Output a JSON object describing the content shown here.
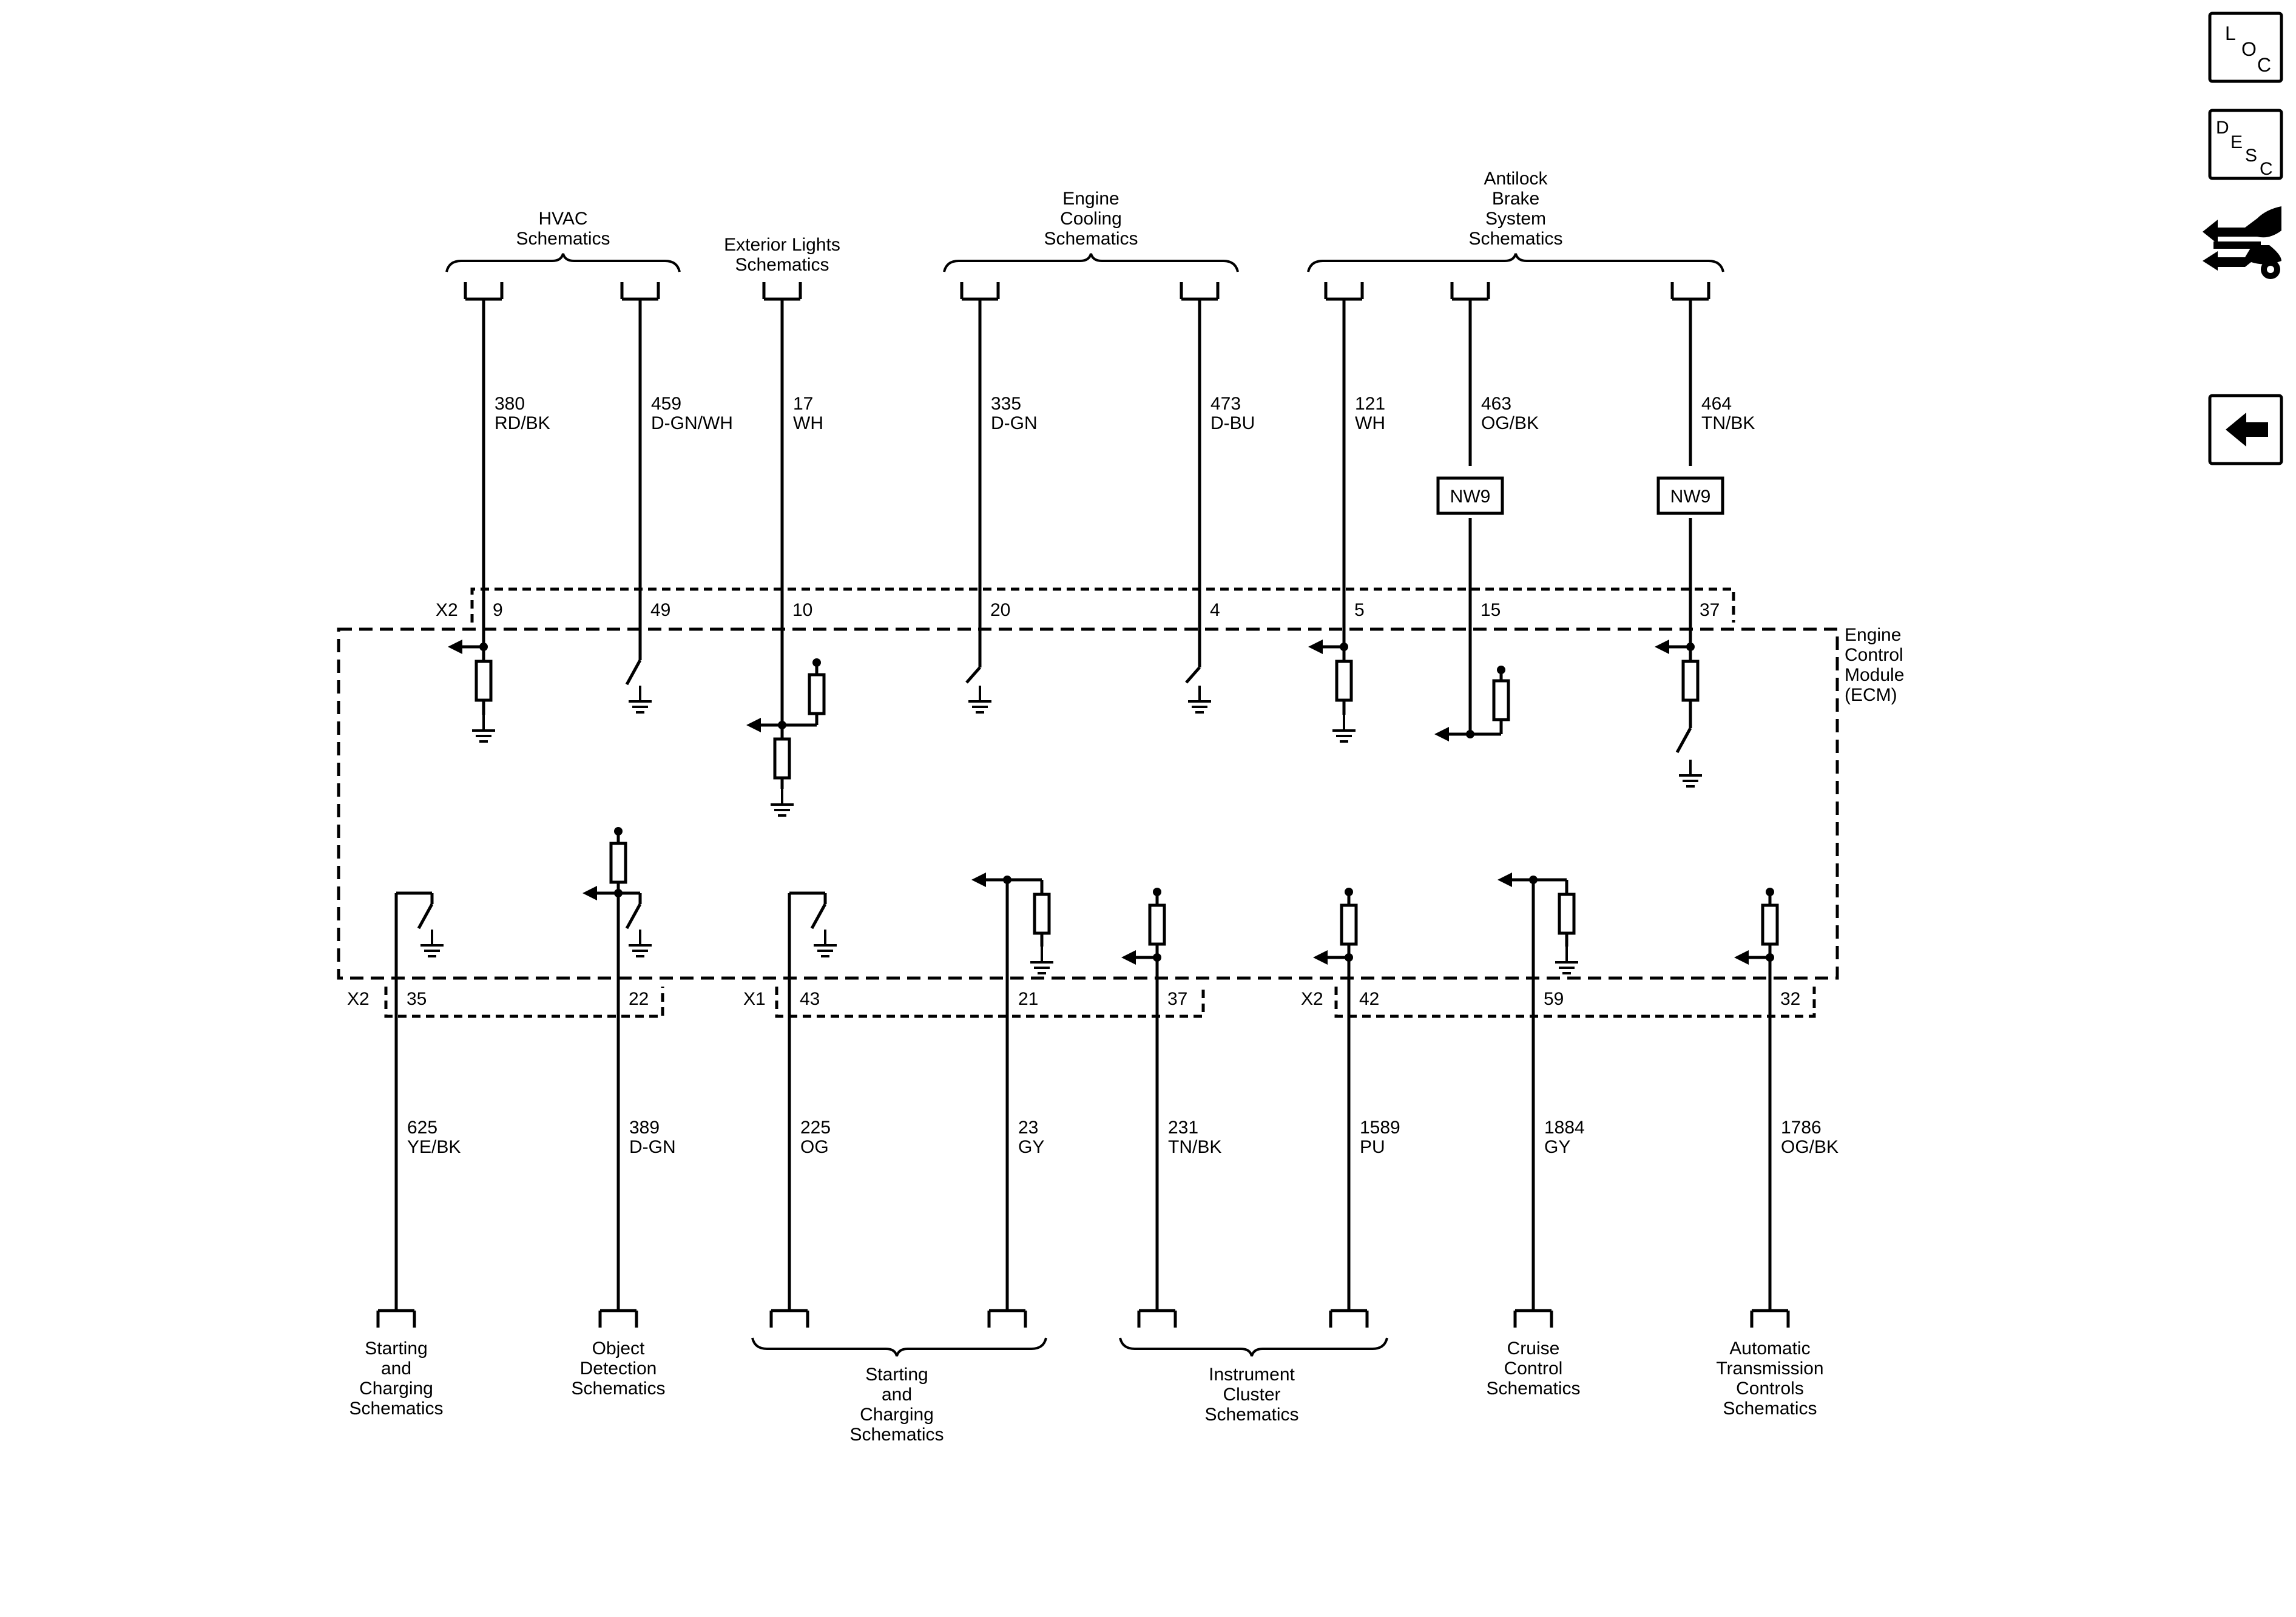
{
  "nav": {
    "loc": {
      "l1": "L",
      "l2": "O",
      "l3": "C"
    },
    "desc": {
      "l1": "D",
      "l2": "E",
      "l3": "S",
      "l4": "C"
    }
  },
  "module": {
    "label": [
      "Engine",
      "Control",
      "Module",
      "(ECM)"
    ]
  },
  "top": {
    "groups": [
      {
        "label": [
          "HVAC",
          "Schematics"
        ]
      },
      {
        "label": [
          "Exterior Lights",
          "Schematics"
        ]
      },
      {
        "label": [
          "Engine",
          "Cooling",
          "Schematics"
        ]
      },
      {
        "label": [
          "Antilock",
          "Brake",
          "System",
          "Schematics"
        ]
      }
    ],
    "connector": "X2",
    "circuits": [
      {
        "circuit": "380",
        "color": "RD/BK",
        "pin": "9"
      },
      {
        "circuit": "459",
        "color": "D-GN/WH",
        "pin": "49"
      },
      {
        "circuit": "17",
        "color": "WH",
        "pin": "10"
      },
      {
        "circuit": "335",
        "color": "D-GN",
        "pin": "20"
      },
      {
        "circuit": "473",
        "color": "D-BU",
        "pin": "4"
      },
      {
        "circuit": "121",
        "color": "WH",
        "pin": "5"
      },
      {
        "circuit": "463",
        "color": "OG/BK",
        "pin": "15",
        "splice": "NW9"
      },
      {
        "circuit": "464",
        "color": "TN/BK",
        "pin": "37",
        "splice": "NW9"
      }
    ]
  },
  "bottom": {
    "connectors": [
      "X2",
      "X1",
      "X2"
    ],
    "circuits": [
      {
        "circuit": "625",
        "color": "YE/BK",
        "pin": "35"
      },
      {
        "circuit": "389",
        "color": "D-GN",
        "pin": "22"
      },
      {
        "circuit": "225",
        "color": "OG",
        "pin": "43"
      },
      {
        "circuit": "23",
        "color": "GY",
        "pin": "21"
      },
      {
        "circuit": "231",
        "color": "TN/BK",
        "pin": "37"
      },
      {
        "circuit": "1589",
        "color": "PU",
        "pin": "42"
      },
      {
        "circuit": "1884",
        "color": "GY",
        "pin": "59"
      },
      {
        "circuit": "1786",
        "color": "OG/BK",
        "pin": "32"
      }
    ],
    "groups": [
      {
        "label": [
          "Starting",
          "and",
          "Charging",
          "Schematics"
        ]
      },
      {
        "label": [
          "Object",
          "Detection",
          "Schematics"
        ]
      },
      {
        "label": [
          "Starting",
          "and",
          "Charging",
          "Schematics"
        ]
      },
      {
        "label": [
          "Instrument",
          "Cluster",
          "Schematics"
        ]
      },
      {
        "label": [
          "Cruise",
          "Control",
          "Schematics"
        ]
      },
      {
        "label": [
          "Automatic",
          "Transmission",
          "Controls",
          "Schematics"
        ]
      }
    ]
  }
}
